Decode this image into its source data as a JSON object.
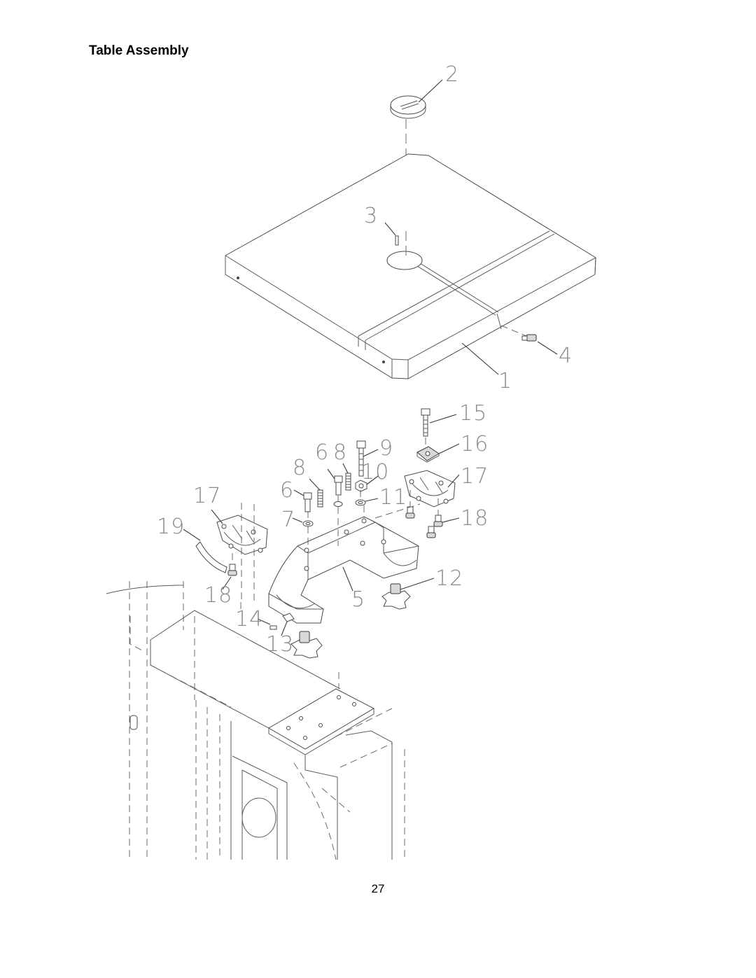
{
  "page": {
    "title": "Table Assembly",
    "page_number": "27"
  },
  "callouts": {
    "c1": "1",
    "c2": "2",
    "c3": "3",
    "c4": "4",
    "c5": "5",
    "c6a": "6",
    "c6b": "6",
    "c7": "7",
    "c8a": "8",
    "c8b": "8",
    "c9": "9",
    "c10": "10",
    "c11": "11",
    "c12": "12",
    "c13": "13",
    "c14": "14",
    "c15": "15",
    "c16": "16",
    "c17a": "17",
    "c17b": "17",
    "c18a": "18",
    "c18b": "18",
    "c19": "19"
  }
}
